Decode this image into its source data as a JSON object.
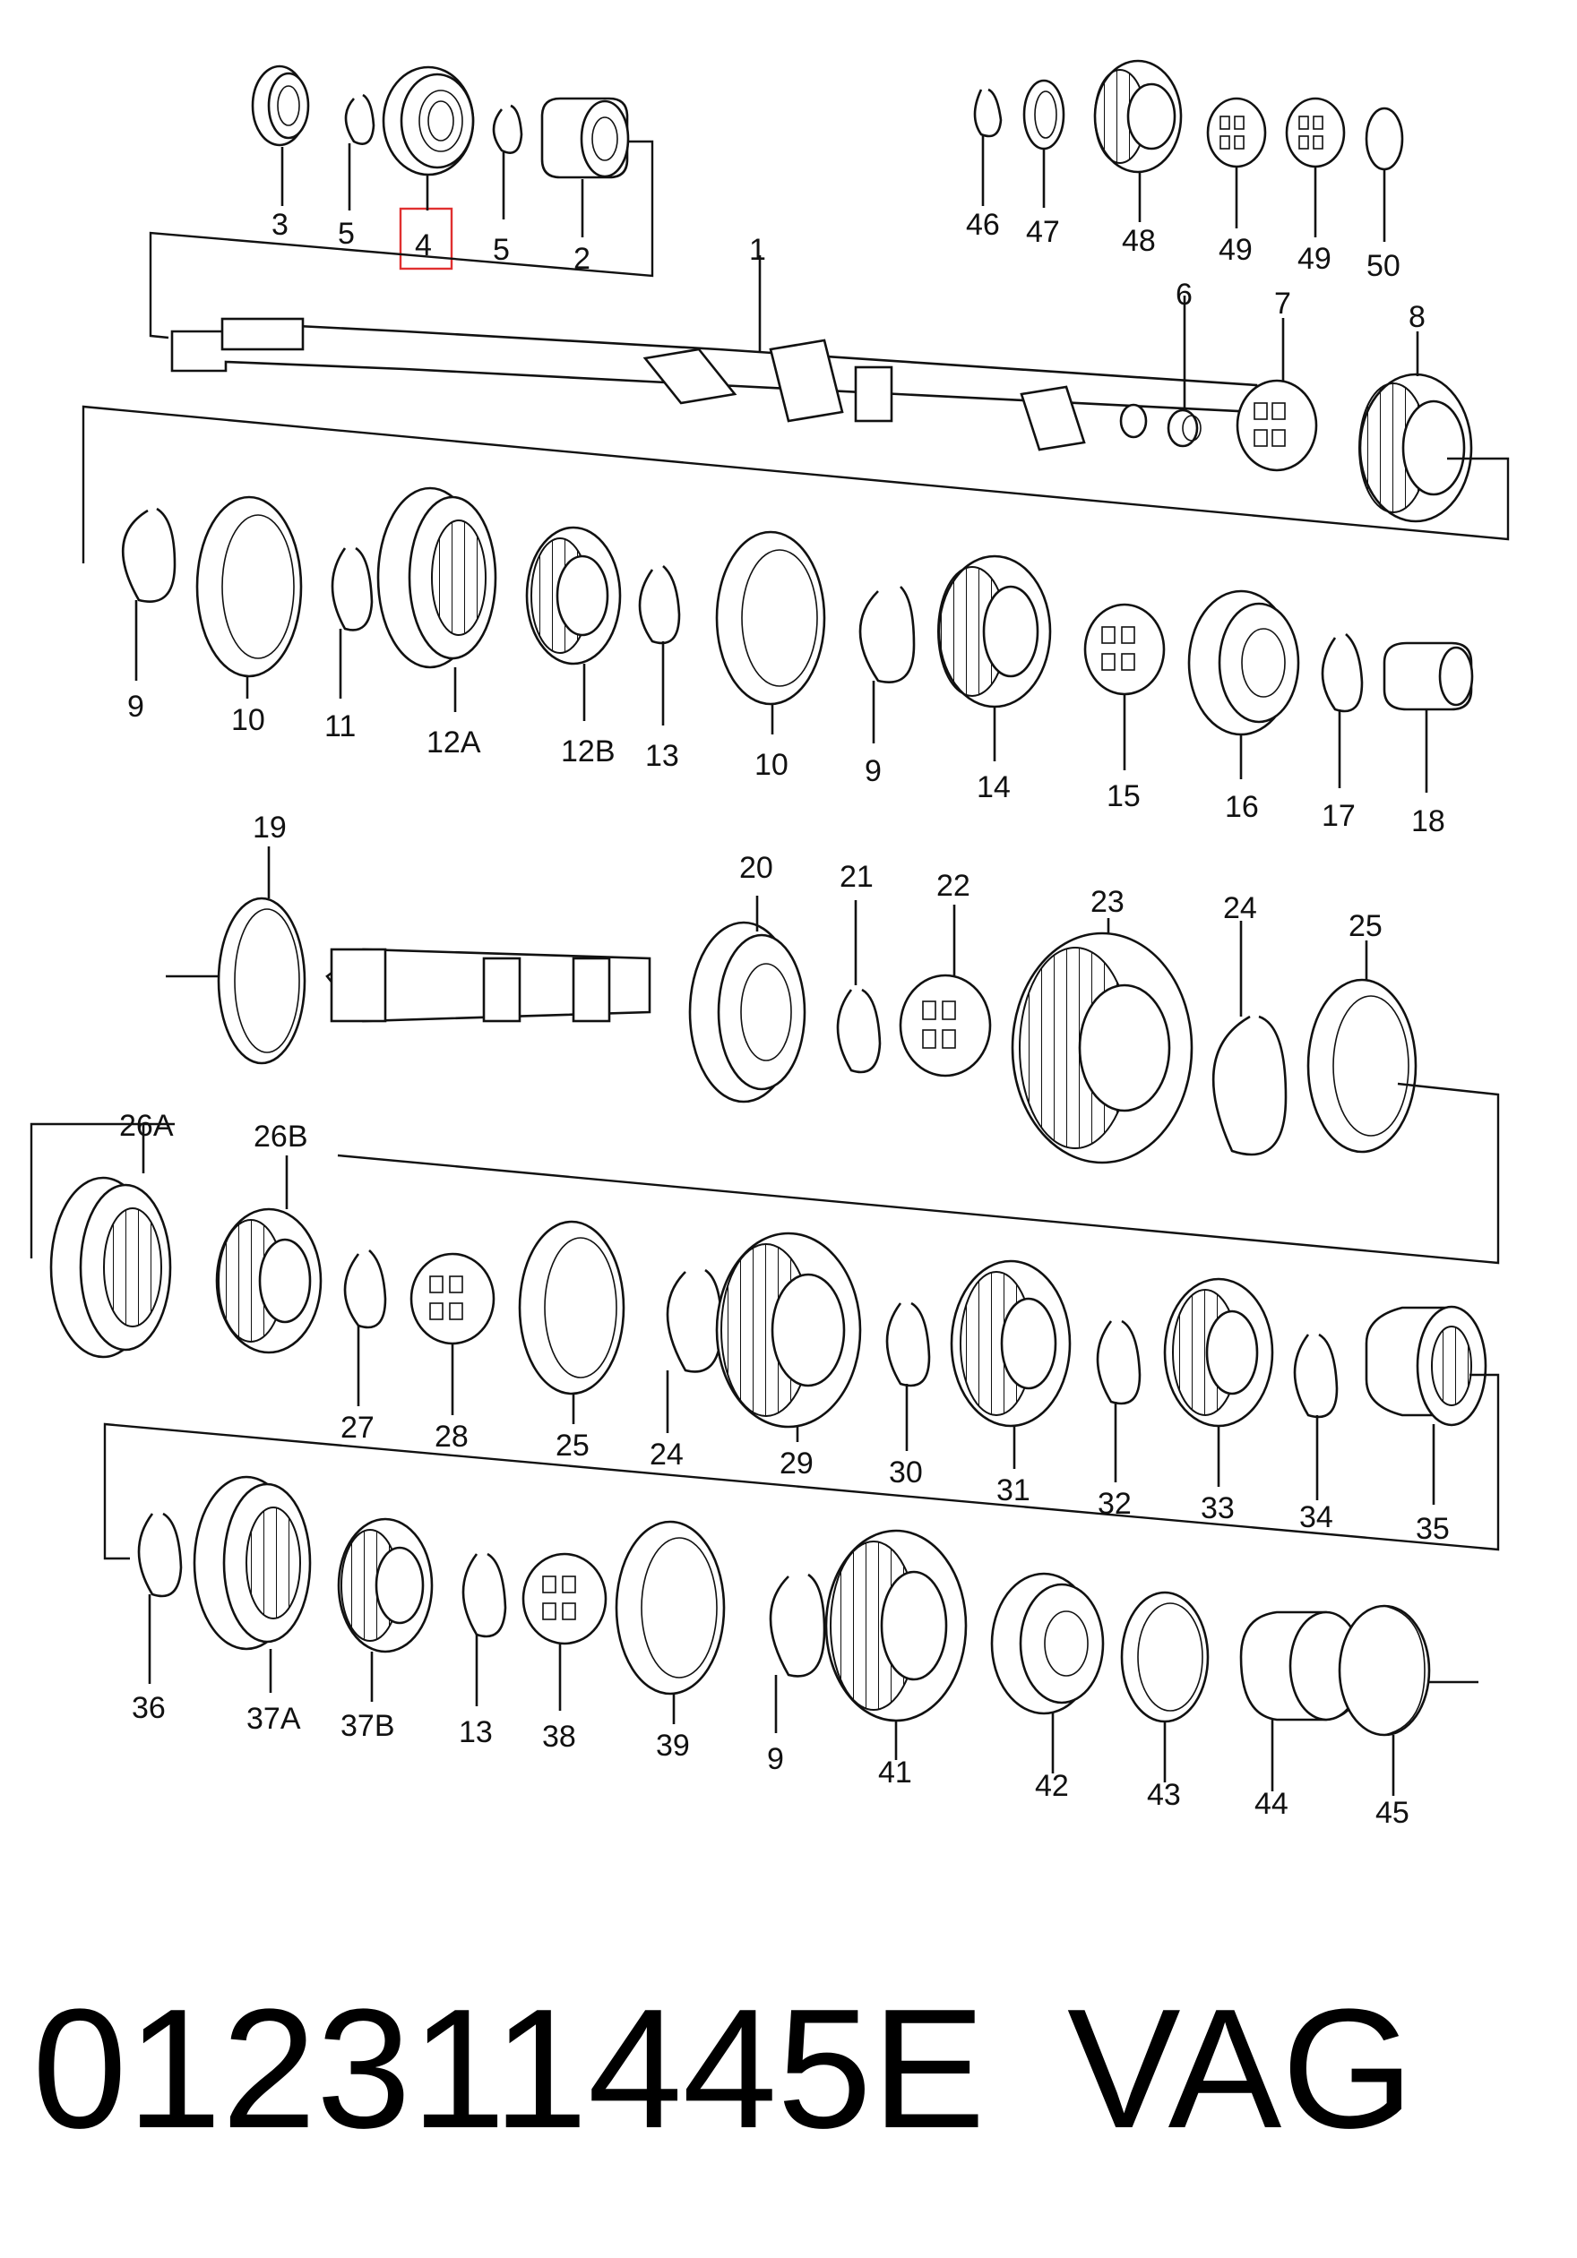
{
  "diagram": {
    "highlight_color": "#e03030",
    "highlighted_callout": "4",
    "callouts": {
      "c1": "1",
      "c2": "2",
      "c3": "3",
      "c4": "4",
      "c5a": "5",
      "c5b": "5",
      "c6": "6",
      "c7": "7",
      "c8": "8",
      "c9a": "9",
      "c9b": "9",
      "c9c": "9",
      "c10a": "10",
      "c10b": "10",
      "c11": "11",
      "c12a": "12A",
      "c12b": "12B",
      "c13a": "13",
      "c13b": "13",
      "c14": "14",
      "c15": "15",
      "c16": "16",
      "c17": "17",
      "c18": "18",
      "c19": "19",
      "c20": "20",
      "c21": "21",
      "c22": "22",
      "c23": "23",
      "c24a": "24",
      "c24b": "24",
      "c25a": "25",
      "c25b": "25",
      "c26a": "26A",
      "c26b": "26B",
      "c27": "27",
      "c28": "28",
      "c29": "29",
      "c30": "30",
      "c31": "31",
      "c32": "32",
      "c33": "33",
      "c34": "34",
      "c35": "35",
      "c36": "36",
      "c37a": "37A",
      "c37b": "37B",
      "c38": "38",
      "c39": "39",
      "c41": "41",
      "c42": "42",
      "c43": "43",
      "c44": "44",
      "c45": "45",
      "c46": "46",
      "c47": "47",
      "c48": "48",
      "c49a": "49",
      "c49b": "49",
      "c50": "50"
    }
  },
  "caption": {
    "part_number": "012311445E",
    "brand": "VAG"
  }
}
